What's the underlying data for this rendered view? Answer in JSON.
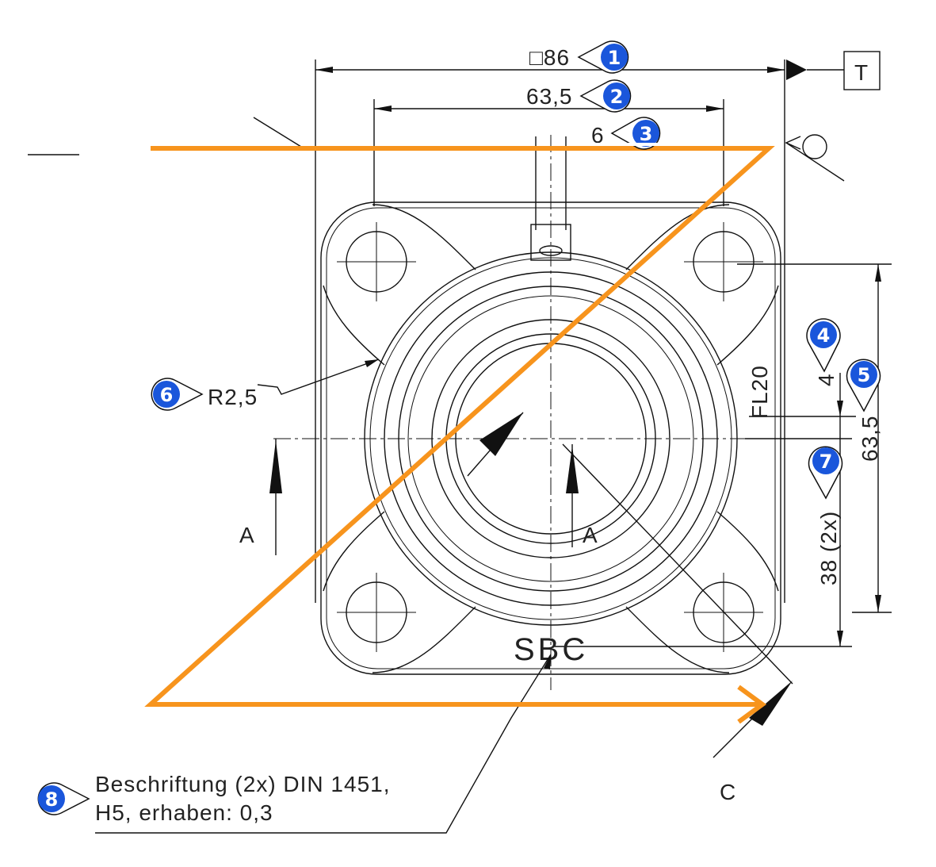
{
  "dimensions": {
    "width_square": "□86",
    "hole_spacing_top": "63,5",
    "dim_top_small": "6",
    "datum": "T",
    "radius": "R2,5",
    "flange_label": "FL20",
    "dim_right_small": "4",
    "hole_spacing_right": "63,5",
    "dim_right_38": "38 (2x)"
  },
  "section_labels": {
    "a_left": "A",
    "a_center": "A",
    "c": "C"
  },
  "marking": "SBC",
  "note": {
    "line1": "Beschriftung (2x) DIN 1451,",
    "line2": "H5, erhaben: 0,3"
  },
  "balloons": [
    "1",
    "2",
    "3",
    "4",
    "5",
    "6",
    "7",
    "8"
  ],
  "colors": {
    "balloon": "#1a56db",
    "orange_path": "#f7941d"
  }
}
